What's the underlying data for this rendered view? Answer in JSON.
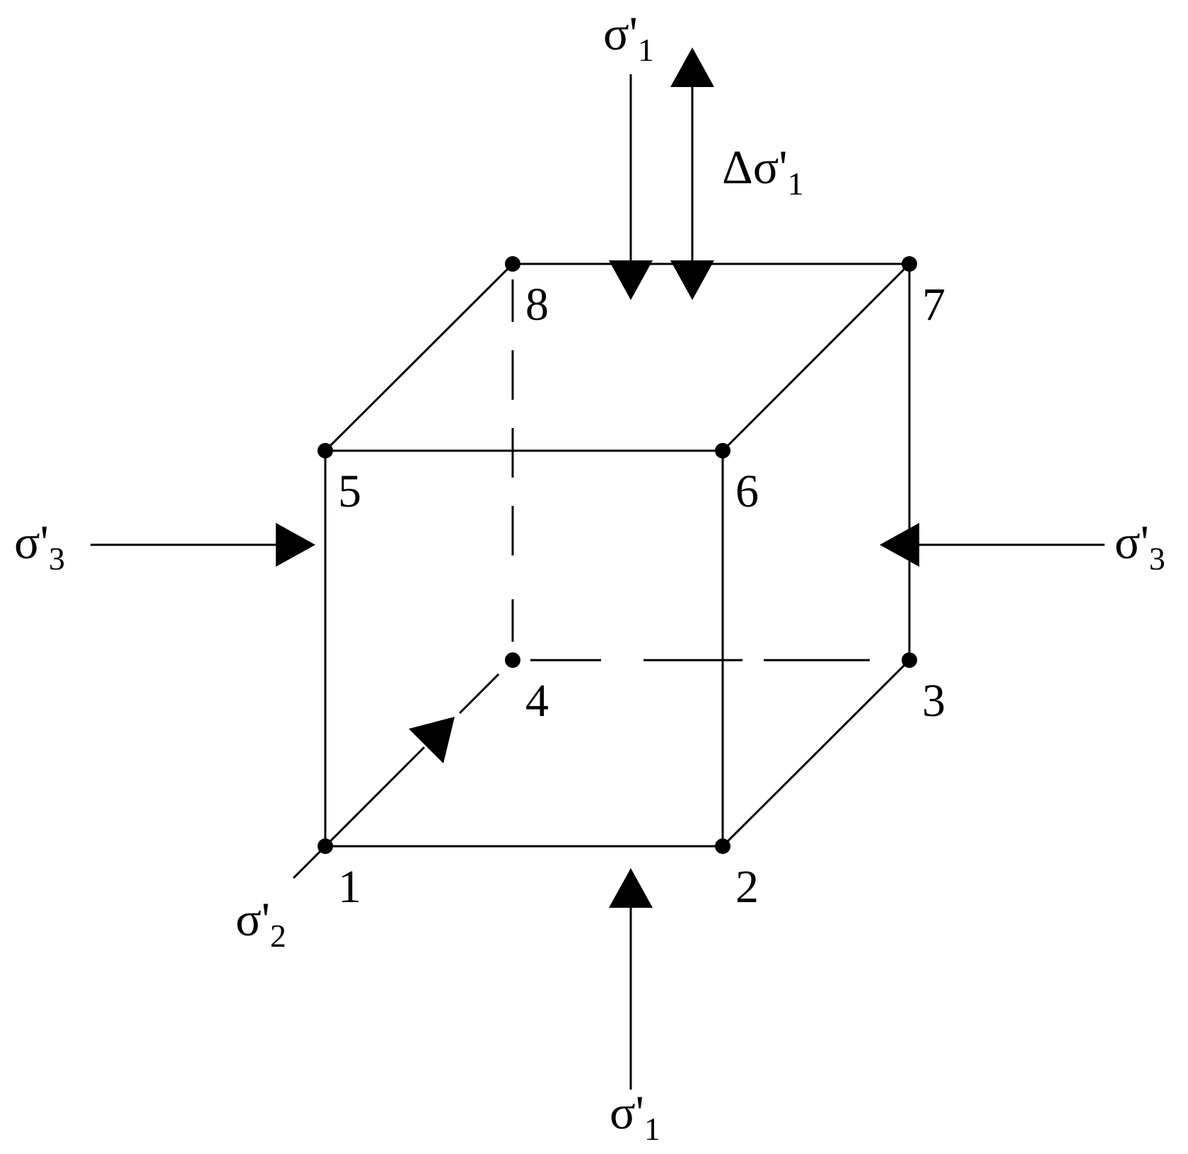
{
  "diagram": {
    "vertices": [
      {
        "id": "1",
        "label": "1"
      },
      {
        "id": "2",
        "label": "2"
      },
      {
        "id": "3",
        "label": "3"
      },
      {
        "id": "4",
        "label": "4"
      },
      {
        "id": "5",
        "label": "5"
      },
      {
        "id": "6",
        "label": "6"
      },
      {
        "id": "7",
        "label": "7"
      },
      {
        "id": "8",
        "label": "8"
      }
    ],
    "edges": [
      {
        "from": "1",
        "to": "2",
        "style": "solid"
      },
      {
        "from": "2",
        "to": "6",
        "style": "solid"
      },
      {
        "from": "6",
        "to": "5",
        "style": "solid"
      },
      {
        "from": "5",
        "to": "1",
        "style": "solid"
      },
      {
        "from": "5",
        "to": "8",
        "style": "solid"
      },
      {
        "from": "8",
        "to": "7",
        "style": "solid"
      },
      {
        "from": "7",
        "to": "6",
        "style": "solid"
      },
      {
        "from": "7",
        "to": "3",
        "style": "solid"
      },
      {
        "from": "3",
        "to": "2",
        "style": "solid"
      },
      {
        "from": "4",
        "to": "8",
        "style": "dashed"
      },
      {
        "from": "4",
        "to": "3",
        "style": "dashed"
      },
      {
        "from": "4",
        "to": "1",
        "style": "dashed"
      }
    ],
    "stresses": {
      "sigma1_top": {
        "symbol": "σ",
        "prime": "'",
        "subscript": "1"
      },
      "delta_sigma1": {
        "delta": "Δ",
        "symbol": "σ",
        "prime": "'",
        "subscript": "1"
      },
      "sigma1_bottom": {
        "symbol": "σ",
        "prime": "'",
        "subscript": "1"
      },
      "sigma3_left": {
        "symbol": "σ",
        "prime": "'",
        "subscript": "3"
      },
      "sigma3_right": {
        "symbol": "σ",
        "prime": "'",
        "subscript": "3"
      },
      "sigma2": {
        "symbol": "σ",
        "prime": "'",
        "subscript": "2"
      }
    }
  }
}
